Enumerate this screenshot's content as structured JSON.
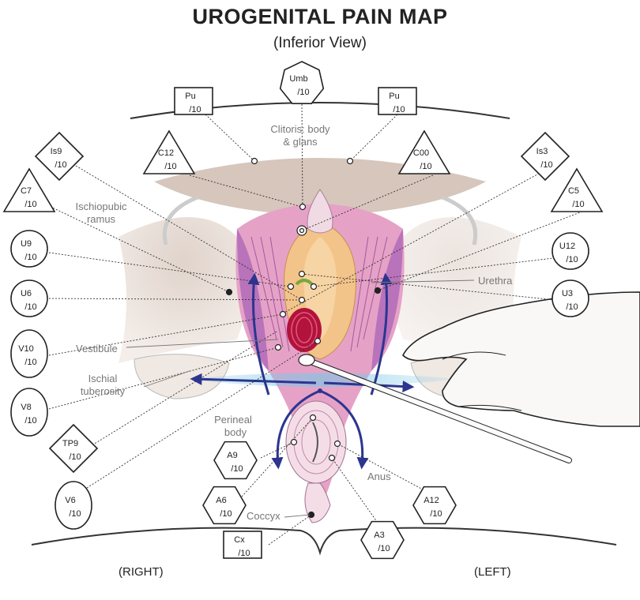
{
  "title": "UROGENITAL PAIN MAP",
  "subtitle": "(Inferior View)",
  "side_labels": {
    "right": "(RIGHT)",
    "left": "(LEFT)"
  },
  "score_suffix": "/10",
  "colors": {
    "line": "#222222",
    "arrow": "#2c3590",
    "label_gray": "#777777",
    "muscle_purple": "#b06bb8",
    "muscle_pink": "#e7a7c8",
    "vestibule_orange": "#f3c48a",
    "vagina_red": "#b3123c",
    "skin_tan": "#cdbdb3",
    "highlight_blue": "#7cc7e6",
    "hand_fill": "#f9f8f6"
  },
  "anatomy_labels": {
    "clitoris": [
      "Clitoris: body",
      "& glans"
    ],
    "ischiopubic": [
      "Ischiopubic",
      "ramus"
    ],
    "urethra": "Urethra",
    "vestibule": "Vestibule",
    "ischial": [
      "Ischial",
      "tuberosity"
    ],
    "perineal": [
      "Perineal",
      "body"
    ],
    "anus": "Anus",
    "coccyx": "Coccyx"
  },
  "points": [
    {
      "code": "Umb",
      "shape": "heptagon"
    },
    {
      "code": "Pu",
      "shape": "square"
    },
    {
      "code": "Pu",
      "shape": "square"
    },
    {
      "code": "Is9",
      "shape": "diamond"
    },
    {
      "code": "Is3",
      "shape": "diamond"
    },
    {
      "code": "C12",
      "shape": "triangle"
    },
    {
      "code": "C00",
      "shape": "triangle"
    },
    {
      "code": "C7",
      "shape": "triangle"
    },
    {
      "code": "C5",
      "shape": "triangle"
    },
    {
      "code": "U9",
      "shape": "circle"
    },
    {
      "code": "U12",
      "shape": "circle"
    },
    {
      "code": "U6",
      "shape": "circle"
    },
    {
      "code": "U3",
      "shape": "circle"
    },
    {
      "code": "V10",
      "shape": "ellipse"
    },
    {
      "code": "V8",
      "shape": "ellipse"
    },
    {
      "code": "TP9",
      "shape": "diamond"
    },
    {
      "code": "V6",
      "shape": "ellipse"
    },
    {
      "code": "A9",
      "shape": "hexagon"
    },
    {
      "code": "A6",
      "shape": "hexagon"
    },
    {
      "code": "A12",
      "shape": "hexagon"
    },
    {
      "code": "A3",
      "shape": "hexagon"
    },
    {
      "code": "Cx",
      "shape": "square"
    }
  ]
}
